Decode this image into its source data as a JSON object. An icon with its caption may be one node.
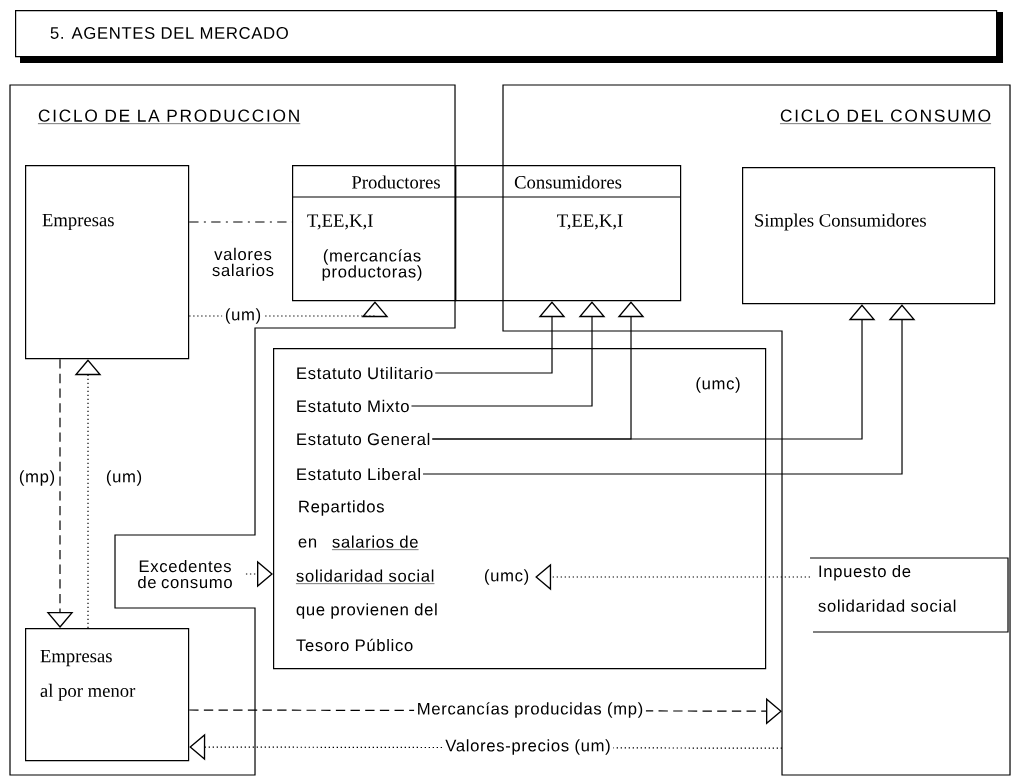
{
  "diagram": {
    "nodes": [
      {
        "text": [
          "5. AGENTES DEL MERCADO"
        ]
      },
      {
        "text": [
          "CICLO DE LA PRODUCCION"
        ]
      },
      {
        "text": [
          "CICLO DEL CONSUMO"
        ]
      },
      {
        "text": [
          "Empresas"
        ],
        "in": 1
      },
      {
        "text": [
          "Productores",
          "T,EE,K,I",
          "(mercancías productoras)"
        ],
        "in": 1
      },
      {
        "text": [
          "Consumidores",
          "T,EE,K,I"
        ]
      },
      {
        "text": [
          "Simples Consumidores"
        ],
        "in": 2
      },
      {
        "text": [
          "(umc)",
          "Repartidos",
          "en",
          "salarios de",
          "solidaridad social",
          "que provienen del",
          "Tesoro Público"
        ]
      },
      {
        "text": [
          "Estatuto Utilitario"
        ],
        "in": 7
      },
      {
        "text": [
          "Estatuto Mixto"
        ],
        "in": 7
      },
      {
        "text": [
          "Estatuto General"
        ],
        "in": 7
      },
      {
        "text": [
          "Estatuto Liberal"
        ],
        "in": 7
      },
      {
        "text": [
          "(umc)"
        ],
        "in": 7
      },
      {
        "text": [
          "Excedentes de consumo"
        ]
      },
      {
        "text": [
          "Inpuesto de solidaridad social"
        ],
        "in": 2
      },
      {
        "text": [
          "Empresas al por menor"
        ],
        "in": 1
      }
    ],
    "edges": [
      {
        "from": 3,
        "to": 4,
        "arrow": "none",
        "style": "dashed"
      },
      {
        "from": 3,
        "to": 4,
        "arrow": "to",
        "style": "dashed",
        "label": "(um)"
      },
      {
        "from": 3,
        "to": 15,
        "arrow": "to",
        "style": "dashed",
        "label": "(mp)"
      },
      {
        "from": 15,
        "to": 3,
        "arrow": "to",
        "style": "dashed",
        "label": "(um)"
      },
      {
        "from": 8,
        "to": 5,
        "arrow": "to"
      },
      {
        "from": 9,
        "to": 5,
        "arrow": "to"
      },
      {
        "from": 10,
        "to": 5,
        "arrow": "to"
      },
      {
        "from": 10,
        "to": 6,
        "arrow": "to"
      },
      {
        "from": 11,
        "to": 6,
        "arrow": "to"
      },
      {
        "from": 13,
        "to": 7,
        "arrow": "to",
        "style": "dashed"
      },
      {
        "from": 14,
        "to": 12,
        "arrow": "to",
        "style": "dashed"
      },
      {
        "from": 15,
        "to": 2,
        "arrow": "to",
        "style": "dashed",
        "label": "Mercancías producidas (mp)"
      },
      {
        "from": 2,
        "to": 15,
        "arrow": "to",
        "style": "dashed",
        "label": "Valores-precios (um)"
      }
    ],
    "labels": [
      "valores salarios"
    ]
  }
}
